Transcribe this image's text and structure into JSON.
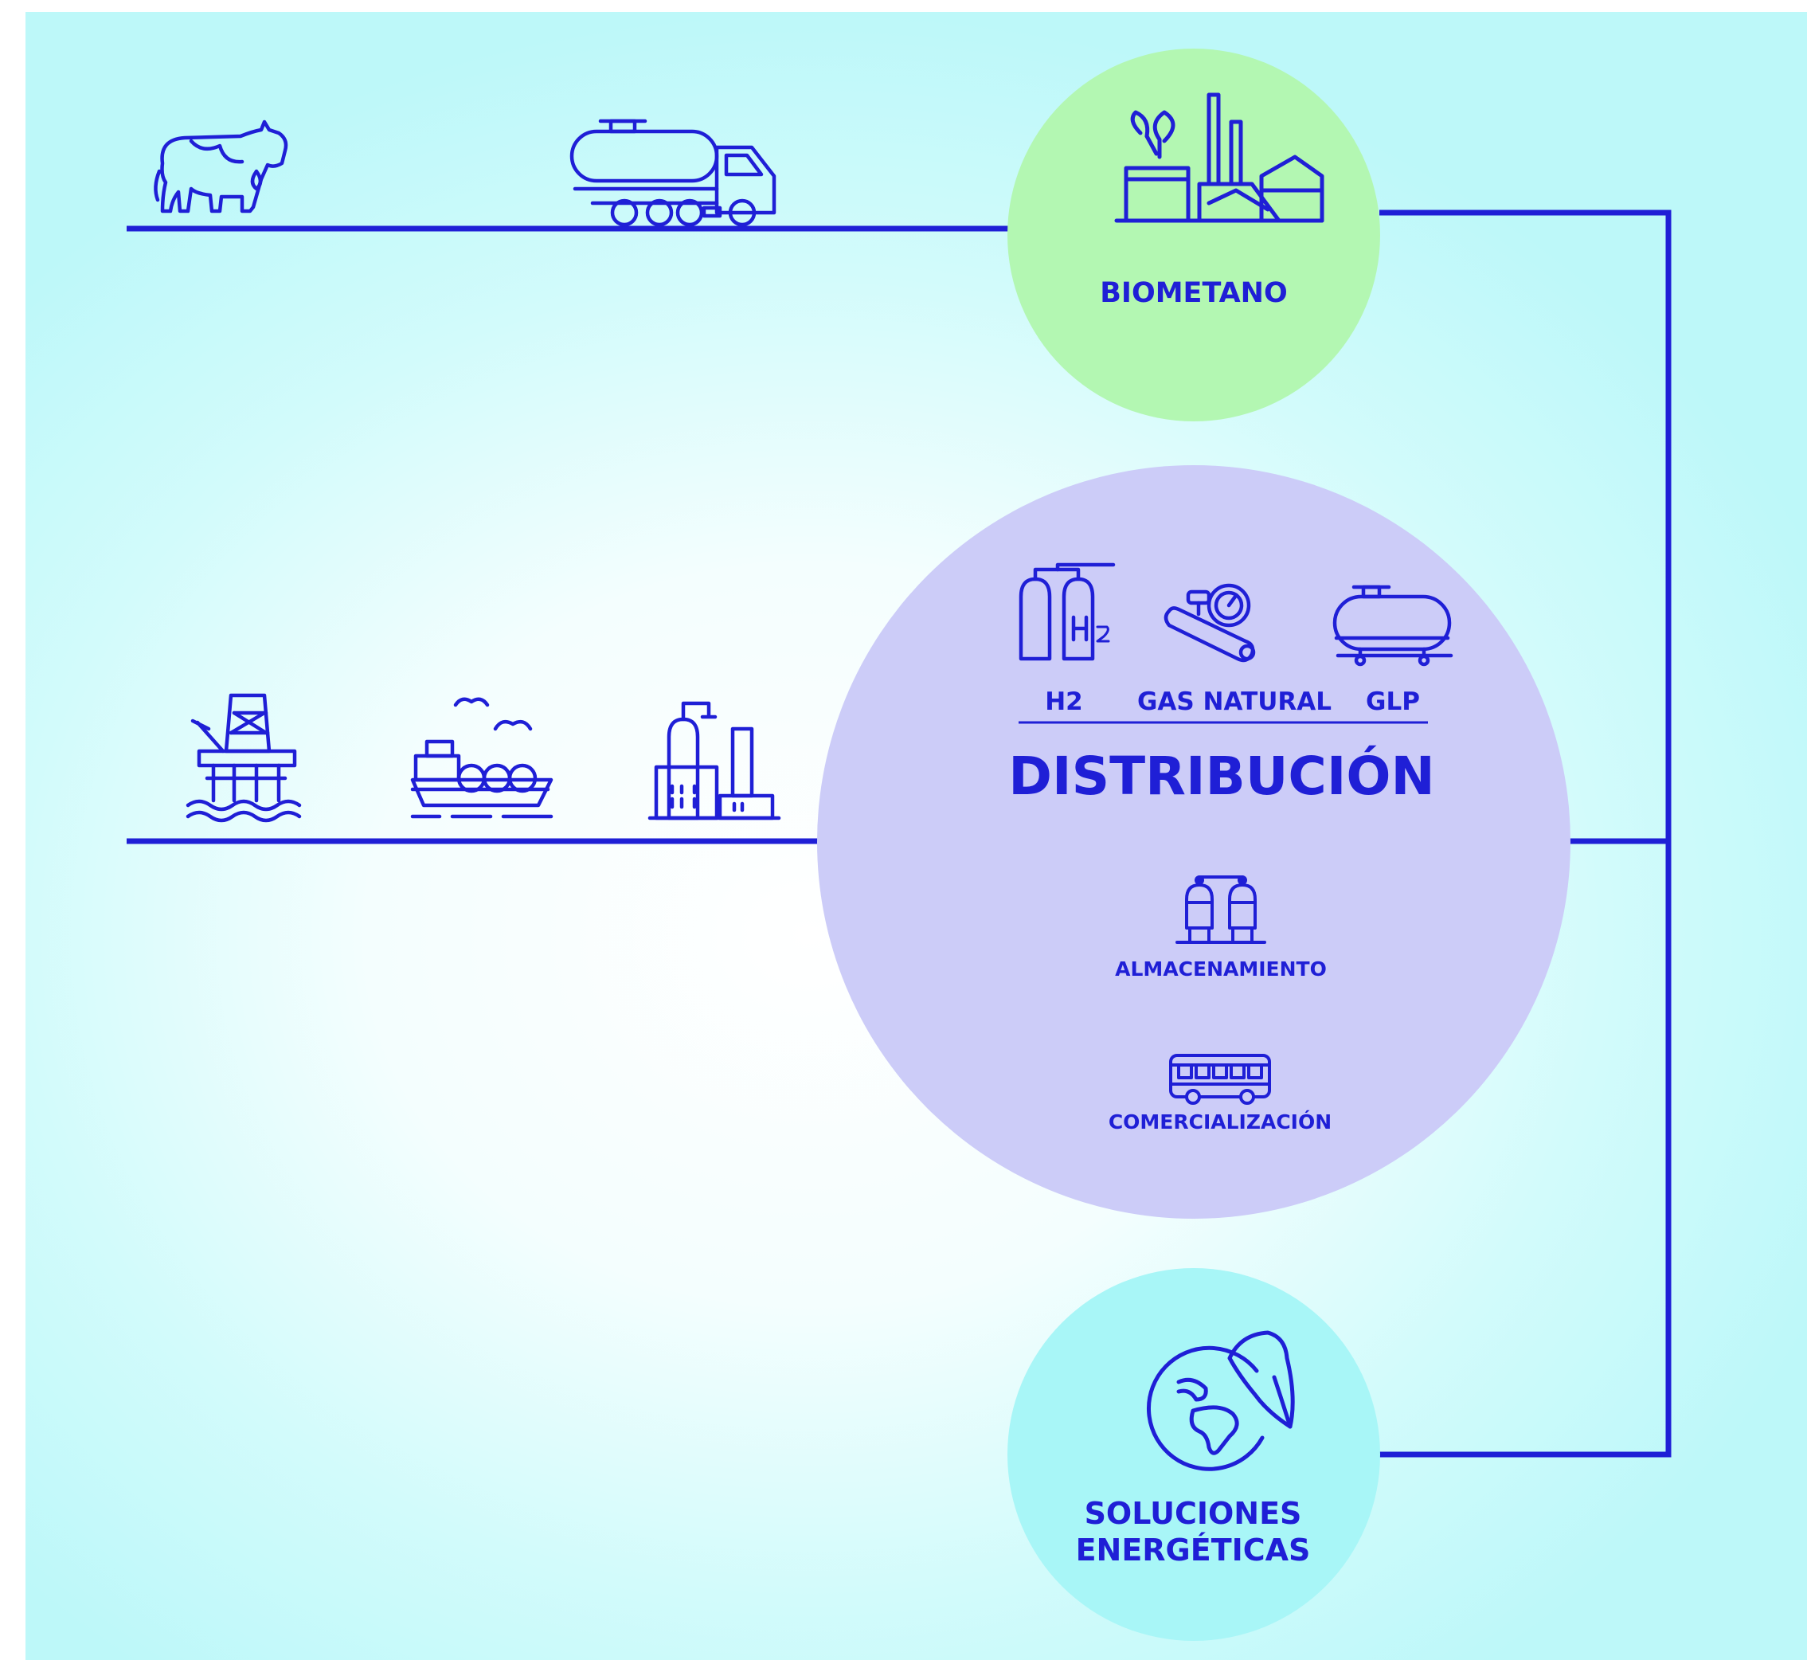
{
  "colors": {
    "line": "#1f1fd6",
    "biometano_circle": "#b3f7b2",
    "distribucion_circle": "#ccccf8",
    "soluciones_circle": "#a8f6f7"
  },
  "nodes": {
    "biometano": {
      "label": "BIOMETANO",
      "icon": "biogas-plant-icon"
    },
    "distribucion": {
      "title": "DISTRIBUCIÓN",
      "sources": [
        {
          "label": "H2",
          "icon": "hydrogen-tanks-icon"
        },
        {
          "label": "GAS NATURAL",
          "icon": "gas-pipeline-icon"
        },
        {
          "label": "GLP",
          "icon": "lpg-tank-icon"
        }
      ],
      "almacenamiento": {
        "label": "ALMACENAMIENTO",
        "icon": "storage-tanks-icon"
      },
      "comercializacion": {
        "label": "COMERCIALIZACIÓN",
        "icon": "bus-icon"
      }
    },
    "soluciones": {
      "label_line1": "SOLUCIONES",
      "label_line2": "ENERGÉTICAS",
      "icon": "globe-leaf-icon"
    }
  },
  "inputs": {
    "top_row": [
      "cow-icon",
      "tanker-truck-icon"
    ],
    "bottom_row": [
      "oil-platform-icon",
      "lng-ship-icon",
      "refinery-icon"
    ]
  }
}
